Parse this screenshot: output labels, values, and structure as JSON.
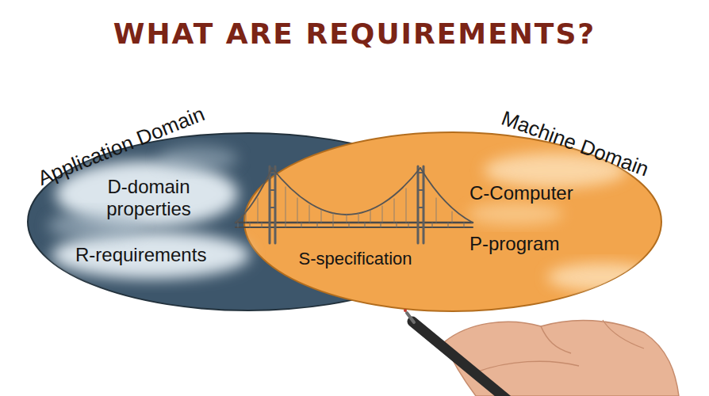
{
  "diagram": {
    "title": "WHAT ARE REQUIREMENTS?",
    "nodes": [
      {
        "text": [
          "Application Domain",
          "D-domain properties",
          "R-requirements"
        ]
      },
      {
        "text": [
          "S-specification"
        ]
      },
      {
        "text": [
          "Machine Domain",
          "C-Computer",
          "P-program"
        ]
      }
    ]
  }
}
